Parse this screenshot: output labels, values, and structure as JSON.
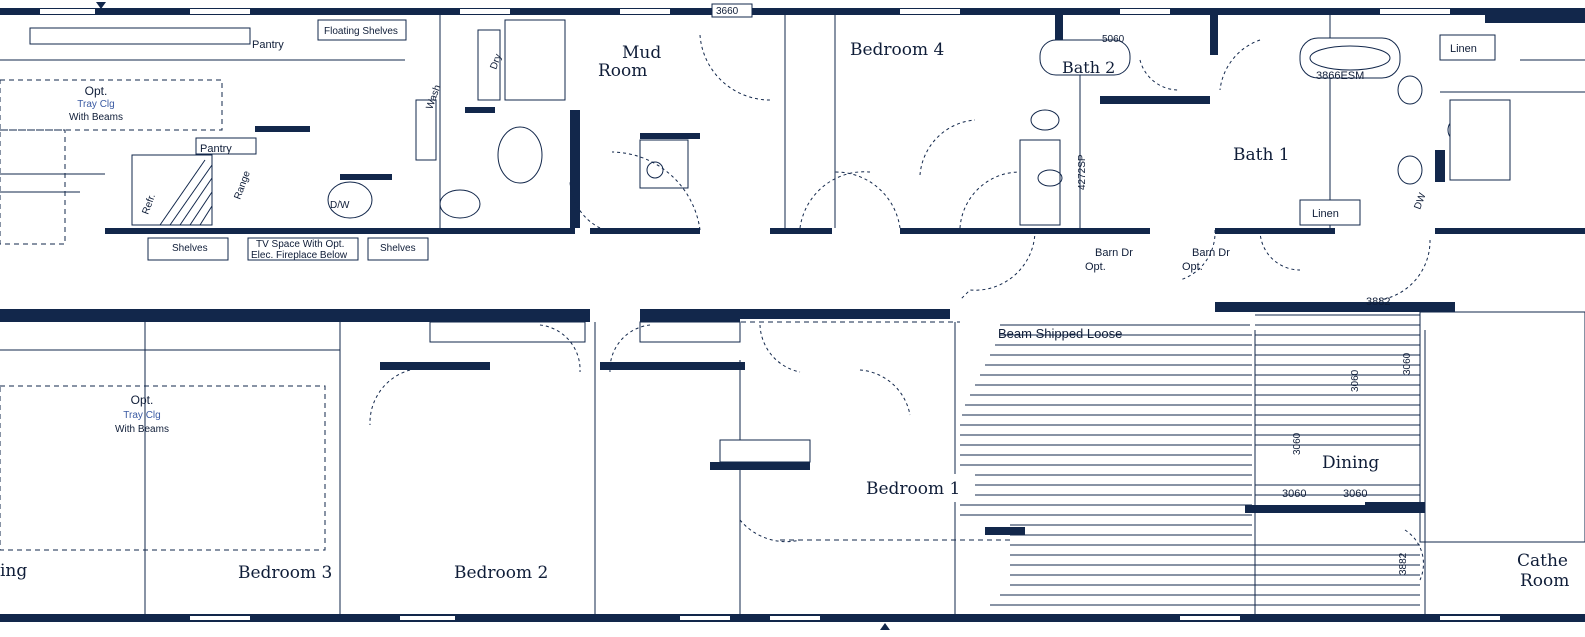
{
  "rooms": {
    "mud_room": [
      "Mud",
      "Room"
    ],
    "bedroom4": "Bedroom 4",
    "bath2": "Bath 2",
    "bath1": "Bath 1",
    "bedroom1": "Bedroom 1",
    "dining": "Dining",
    "bedroom3": "Bedroom 3",
    "bedroom2": "Bedroom 2",
    "living_partial": "ing",
    "cathedral_partial": [
      "Cathe",
      "Room"
    ]
  },
  "labels": {
    "floating_shelves": "Floating Shelves",
    "pantry_top": "Pantry",
    "pantry_mid": "Pantry",
    "opt_top": "Opt.",
    "tray_top": "Tray Clg",
    "beams_top": "With Beams",
    "opt_bottom": "Opt.",
    "tray_bottom": "Tray Clg",
    "beams_bottom": "With Beams",
    "shelves_left": "Shelves",
    "shelves_right": "Shelves",
    "tv_space": "TV Space With Opt.",
    "fireplace": "Elec. Fireplace Below",
    "linen_top": "Linen",
    "linen_mid": "Linen",
    "barn_dr_1": "Barn Dr",
    "barn_opt_1": "Opt.",
    "barn_dr_2": "Barn Dr",
    "barn_opt_2": "Opt.",
    "beam_shipped": "Beam Shipped Loose",
    "washer": "Wash",
    "dryer": "Dry",
    "dw": "D/W",
    "refr": "Refr.",
    "range": "Range",
    "dw_right": "DW"
  },
  "dims": {
    "d3660": "3660",
    "d5060": "5060",
    "d3866": "3866ESM",
    "d4272": "4272SP",
    "d3882": "3882",
    "d3060a": "3060",
    "d3060b": "3060",
    "d3060c": "3060",
    "d3060d": "3060",
    "d3060e": "3060",
    "d3882b": "3882"
  }
}
